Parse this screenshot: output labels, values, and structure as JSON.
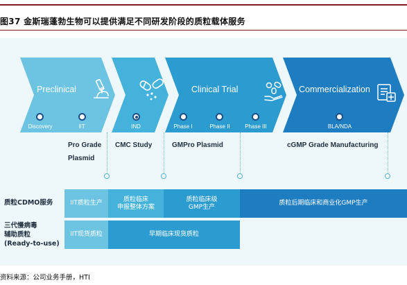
{
  "figure": {
    "title": "图37 金斯瑞蓬勃生物可以提供满足不同研发阶段的质粒载体服务",
    "source": "资料来源：公司业务手册，HTI"
  },
  "colors": {
    "preclinical": "#6dc4e2",
    "cmc": "#45b2dc",
    "clinical": "#2c9bd0",
    "commercial": "#1e7cc1",
    "milestone_dot": "#1d4e86",
    "canvas_bg": "#eef7fa"
  },
  "stages": [
    {
      "label": "Preclinical",
      "icon": "microscope-icon"
    },
    {
      "label": "",
      "icon": "capsule-pills-icon"
    },
    {
      "label": "Clinical Trial",
      "icon": "pills-in-hand-icon"
    },
    {
      "label": "Commercialization",
      "icon": "medical-report-icon"
    }
  ],
  "milestones": [
    {
      "label": "Discovery",
      "filled": false
    },
    {
      "label": "IIT",
      "filled": false
    },
    {
      "label": "IND",
      "filled": true
    },
    {
      "label": "Phase I",
      "filled": false
    },
    {
      "label": "Phase II",
      "filled": false
    },
    {
      "label": "Phase III",
      "filled": false
    },
    {
      "label": "BLA/NDA",
      "filled": false
    }
  ],
  "services": [
    {
      "line1": "Pro Grade",
      "line2": "Plasmid"
    },
    {
      "line1": "CMC Study",
      "line2": ""
    },
    {
      "line1": "GMPro Plasmid",
      "line2": ""
    },
    {
      "line1": "cGMP Grade Manufacturing",
      "line2": ""
    }
  ],
  "rows": [
    {
      "label_lines": [
        "质粒CDMO服务"
      ],
      "segments": [
        {
          "lines": [
            "IIT质粒生产"
          ],
          "color": "#6dc4e2"
        },
        {
          "lines": [
            "质粒临床",
            "申报整体方案"
          ],
          "color": "#45b2dc"
        },
        {
          "lines": [
            "质粒临床级",
            "GMP生产"
          ],
          "color": "#2c9bd0"
        },
        {
          "lines": [
            "质粒后期临床和商业化GMP生产"
          ],
          "color": "#1e7cc1"
        }
      ]
    },
    {
      "label_lines": [
        "三代慢病毒",
        "辅助质粒",
        "(Ready-to-use)"
      ],
      "segments": [
        {
          "lines": [
            "IIT现货质粒"
          ],
          "color": "#6dc4e2"
        },
        {
          "lines": [
            "早期临床现货质粒"
          ],
          "color": "#2c9bd0"
        }
      ]
    }
  ]
}
